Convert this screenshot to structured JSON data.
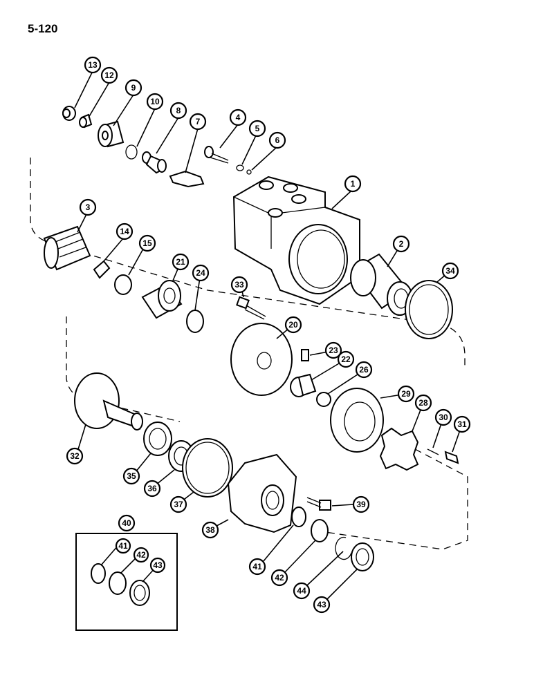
{
  "page_number": "5-120",
  "callouts": [
    "1",
    "2",
    "3",
    "4",
    "5",
    "6",
    "7",
    "8",
    "9",
    "10",
    "12",
    "13",
    "14",
    "15",
    "20",
    "21",
    "22",
    "23",
    "24",
    "26",
    "28",
    "29",
    "30",
    "31",
    "32",
    "33",
    "34",
    "35",
    "36",
    "37",
    "38",
    "39",
    "40",
    "41",
    "42",
    "43",
    "44"
  ]
}
